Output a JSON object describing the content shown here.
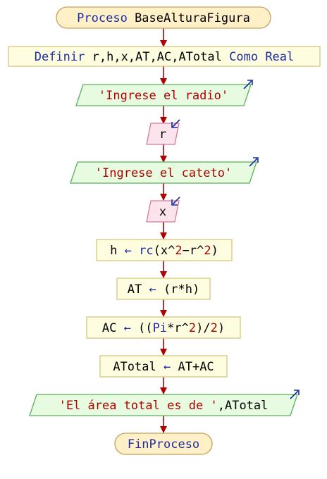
{
  "nodes": {
    "start": {
      "kw": "Proceso",
      "name": "BaseAlturaFigura"
    },
    "define": {
      "kw": "Definir",
      "vars": "r,h,x,AT,AC,ATotal",
      "como": "Como",
      "tipo": "Real"
    },
    "write1": {
      "text": "'Ingrese el radio'"
    },
    "read1": {
      "var": "r"
    },
    "write2": {
      "text": "'Ingrese el cateto'"
    },
    "read2": {
      "var": "x"
    },
    "assign1": {
      "target": "h",
      "arrow": "←",
      "func": "rc",
      "open": "(",
      "a": "x",
      "op1": "^",
      "n1": "2",
      "minus": "−",
      "b": "r",
      "op2": "^",
      "n2": "2",
      "close": ")"
    },
    "assign2": {
      "target": "AT",
      "arrow": "←",
      "expr": "(r*h)"
    },
    "assign3": {
      "target": "AC",
      "arrow": "←",
      "p1": "((",
      "pi": "Pi",
      "mid": "*r^",
      "two": "2",
      "p2": ")/",
      "two2": "2",
      "p3": ")"
    },
    "assign4": {
      "target": "ATotal",
      "arrow": "←",
      "expr": "AT+AC"
    },
    "write3": {
      "text": "'El área total es de '",
      "rest": ",ATotal"
    },
    "end": {
      "text": "FinProceso"
    }
  },
  "colors": {
    "arrow": "#b00000",
    "string": "#b00000",
    "keyword": "#1a2ea0",
    "text": "#000000",
    "procFill": "#fff0c8",
    "procStroke": "#c7a060",
    "ioFill": "#e6fbe0",
    "ioStroke": "#58b058",
    "readFill": "#fde4ec",
    "readStroke": "#d07aa0",
    "assignFill": "#fffde0",
    "assignStroke": "#d2c880",
    "cornerArrow": "#1a2ea0"
  }
}
